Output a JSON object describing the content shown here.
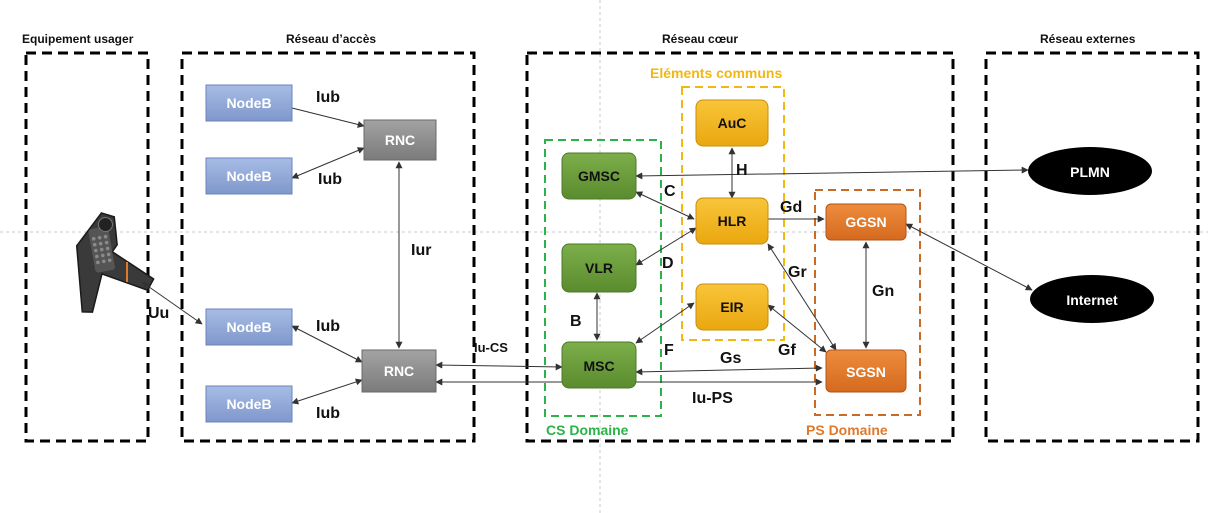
{
  "sections": {
    "user_equipment": "Equipement usager",
    "access_network": "Réseau d’accès",
    "core_network": "Réseau cœur",
    "external_networks": "Réseau externes"
  },
  "groups": {
    "common_elements": "Eléments communs",
    "cs_domain": "CS Domaine",
    "ps_domain": "PS Domaine"
  },
  "nodes": {
    "nodeb_1": "NodeB",
    "nodeb_2": "NodeB",
    "nodeb_3": "NodeB",
    "nodeb_4": "NodeB",
    "rnc_top": "RNC",
    "rnc_bottom": "RNC",
    "gmsc": "GMSC",
    "vlr": "VLR",
    "msc": "MSC",
    "auc": "AuC",
    "hlr": "HLR",
    "eir": "EIR",
    "ggsn": "GGSN",
    "sgsn": "SGSN",
    "plmn": "PLMN",
    "internet": "Internet"
  },
  "interfaces": {
    "iub_1": "Iub",
    "iub_2": "Iub",
    "iub_3": "Iub",
    "iub_4": "Iub",
    "iur": "Iur",
    "uu": "Uu",
    "iu_cs": "Iu-CS",
    "iu_ps": "Iu-PS",
    "b": "B",
    "c": "C",
    "d": "D",
    "f": "F",
    "h": "H",
    "gd": "Gd",
    "gr": "Gr",
    "gf": "Gf",
    "gs": "Gs",
    "gn": "Gn"
  },
  "colors": {
    "nodeb": "#8ea8d8",
    "rnc": "#8c8c8c",
    "cs_green": "#6a9a3a",
    "common_yellow": "#f3b51a",
    "ps_orange": "#e2782a",
    "cs_dashed": "#2bb34a",
    "common_dashed": "#f2b713",
    "ps_dashed": "#c96b24",
    "external": "#000000"
  },
  "icons": {
    "phone": "mobile-phone-icon"
  }
}
